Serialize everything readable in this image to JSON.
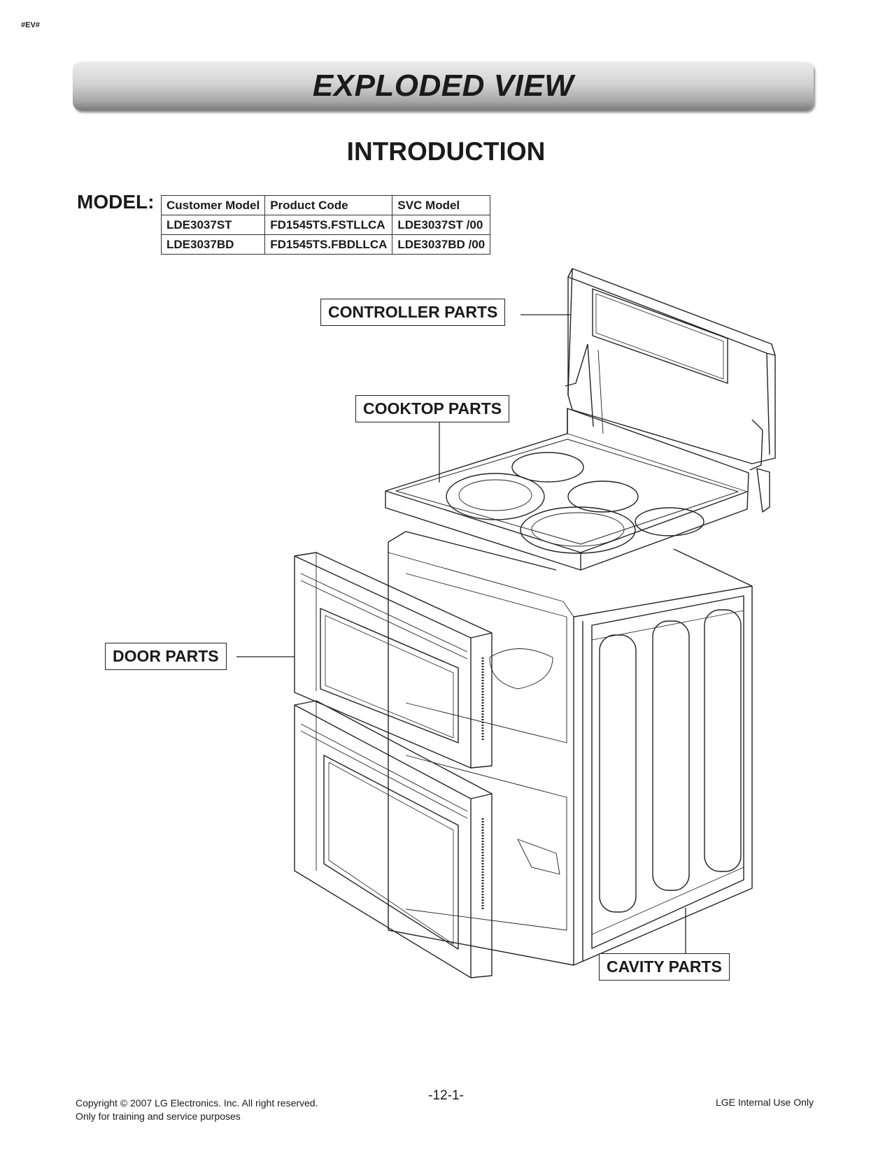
{
  "doc_tag": "#EV#",
  "banner_title": "EXPLODED VIEW",
  "section_title": "INTRODUCTION",
  "model_label": "MODEL:",
  "model_table": {
    "headers": [
      "Customer Model",
      "Product Code",
      "SVC Model"
    ],
    "rows": [
      [
        "LDE3037ST",
        "FD1545TS.FSTLLCA",
        "LDE3037ST /00"
      ],
      [
        "LDE3037BD",
        "FD1545TS.FBDLLCA",
        "LDE3037BD /00"
      ]
    ]
  },
  "callouts": {
    "controller": "CONTROLLER PARTS",
    "cooktop": "COOKTOP PARTS",
    "door": "DOOR PARTS",
    "cavity": "CAVITY PARTS"
  },
  "footer": {
    "copyright": "Copyright © 2007 LG Electronics. Inc. All right reserved.",
    "purpose": "Only for training and service purposes",
    "page_number": "-12-1-",
    "internal": "LGE Internal Use Only"
  }
}
